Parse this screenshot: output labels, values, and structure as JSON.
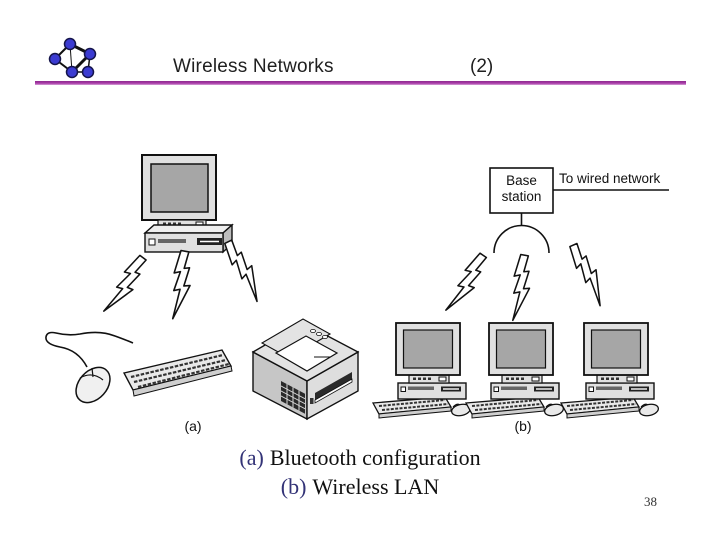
{
  "header": {
    "title": "Wireless Networks",
    "slide_marker": "(2)"
  },
  "diagram": {
    "base_station": {
      "line1": "Base",
      "line2": "station"
    },
    "wired_network_label": "To wired network",
    "label_a": "(a)",
    "label_b": "(b)"
  },
  "caption": {
    "line1_prefix": "(a)",
    "line1_text": "Bluetooth configuration",
    "line2_prefix": "(b)",
    "line2_text": "Wireless LAN"
  },
  "page_number": "38",
  "colors": {
    "accent_rule": "#993399",
    "caption_prefix": "#333377",
    "logo_node_fill": "#3B3BD1",
    "screen_gray": "#A6A6A6",
    "device_gray": "#E0E0E0"
  },
  "icons": {
    "logo": "network-graph-logo"
  }
}
